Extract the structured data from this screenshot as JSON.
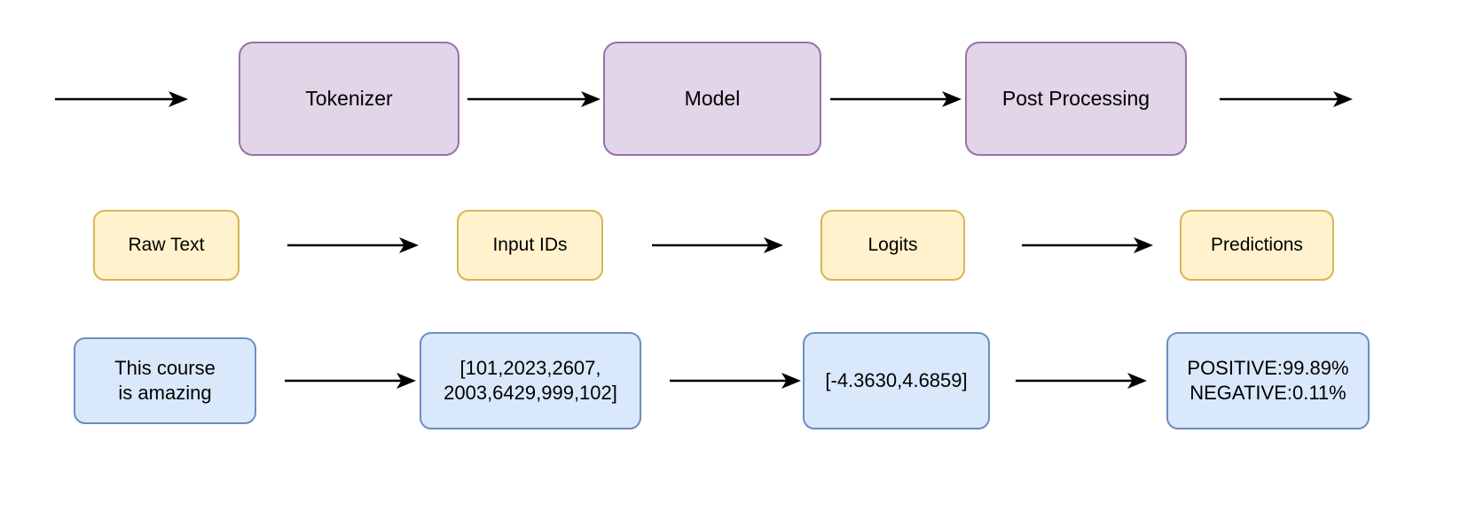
{
  "diagram": {
    "title": "NLP pipeline: Tokenizer to Model to Post Processing",
    "colors": {
      "stage_fill": "#e1d5e7",
      "stage_stroke": "#9673a6",
      "data_fill": "#fff2cc",
      "data_stroke": "#d6b656",
      "value_fill": "#dae8fc",
      "value_stroke": "#6c8ebf",
      "arrow": "#000000",
      "background": "#ffffff"
    },
    "rows": {
      "stages": {
        "label": "pipeline-stages",
        "nodes": [
          {
            "label": "Tokenizer"
          },
          {
            "label": "Model"
          },
          {
            "label": "Post Processing"
          }
        ]
      },
      "data": {
        "label": "data-artifacts",
        "nodes": [
          {
            "label": "Raw Text"
          },
          {
            "label": "Input IDs"
          },
          {
            "label": "Logits"
          },
          {
            "label": "Predictions"
          }
        ]
      },
      "values": {
        "label": "example-values",
        "nodes": [
          {
            "label": "This course\nis amazing"
          },
          {
            "label": "[101,2023,2607,\n2003,6429,999,102]"
          },
          {
            "label": "[-4.3630,4.6859]"
          },
          {
            "label": "POSITIVE:99.89%\nNEGATIVE:0.11%"
          }
        ]
      }
    },
    "arrows": {
      "stage_row": [
        {
          "name": "arrow-into-tokenizer"
        },
        {
          "name": "arrow-tokenizer-to-model"
        },
        {
          "name": "arrow-model-to-post-processing"
        },
        {
          "name": "arrow-out-of-post-processing"
        }
      ],
      "data_row": [
        {
          "name": "arrow-raw-text-to-input-ids"
        },
        {
          "name": "arrow-input-ids-to-logits"
        },
        {
          "name": "arrow-logits-to-predictions"
        }
      ],
      "value_row": [
        {
          "name": "arrow-text-to-ids"
        },
        {
          "name": "arrow-ids-to-logit-values"
        },
        {
          "name": "arrow-logit-values-to-scores"
        }
      ]
    }
  }
}
